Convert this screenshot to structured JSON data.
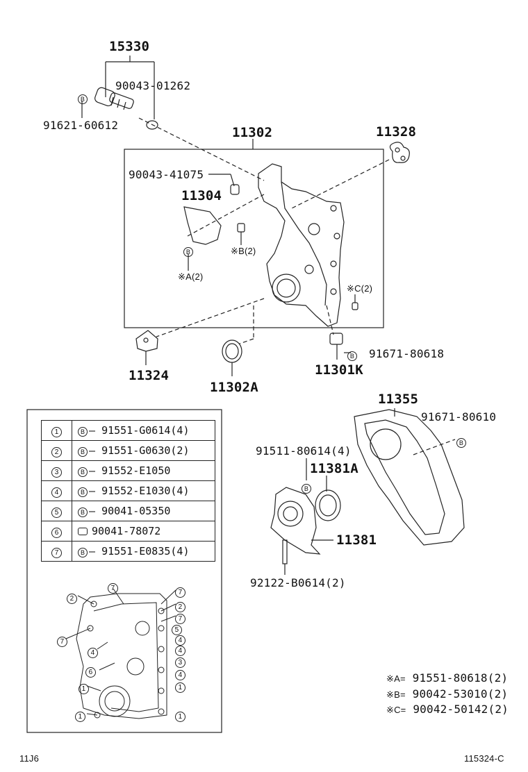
{
  "labels": {
    "p15330": "15330",
    "p90043_01262": "90043-01262",
    "p91621_60612": "91621-60612",
    "p11302": "11302",
    "p11328": "11328",
    "p90043_41075": "90043-41075",
    "p11304": "11304",
    "noteB2": "※B(2)",
    "noteA2": "※A(2)",
    "noteC2": "※C(2)",
    "p91671_80618": "91671-80618",
    "p11324": "11324",
    "p11302A": "11302A",
    "p11301K": "11301K",
    "p11355": "11355",
    "p91671_80610": "91671-80610",
    "p91511_80614": "91511-80614(4)",
    "p11381A": "11381A",
    "p11381": "11381",
    "p92122_B0614": "92122-B0614(2)",
    "footer_left": "11J6",
    "footer_right": "115324-C"
  },
  "bolt_mark": "B",
  "legend_table": [
    {
      "index": "1",
      "part": "91551-G0614(4)"
    },
    {
      "index": "2",
      "part": "91551-G0630(2)"
    },
    {
      "index": "3",
      "part": "91552-E1050"
    },
    {
      "index": "4",
      "part": "91552-E1030(4)"
    },
    {
      "index": "5",
      "part": "90041-05350"
    },
    {
      "index": "6",
      "part": "90041-78072"
    },
    {
      "index": "7",
      "part": "91551-E0835(4)"
    }
  ],
  "notes": [
    {
      "key": "※A=",
      "part": "91551-80618(2)"
    },
    {
      "key": "※B=",
      "part": "90042-53010(2)"
    },
    {
      "key": "※C=",
      "part": "90042-50142(2)"
    }
  ],
  "callouts": [
    "7",
    "2",
    "7",
    "2",
    "7",
    "7",
    "5",
    "4",
    "4",
    "4",
    "3",
    "4",
    "6",
    "1",
    "1",
    "1",
    "1"
  ]
}
